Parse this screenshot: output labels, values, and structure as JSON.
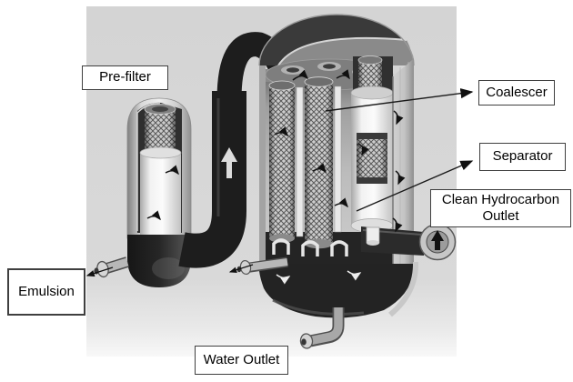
{
  "colors": {
    "page_background": "#ffffff",
    "photo_background": "#d8d8d8",
    "label_background": "#ffffff",
    "label_border": "#3f3f3f",
    "label_text": "#000000"
  },
  "callouts": {
    "prefilter": "Pre-filter",
    "coalescer": "Coalescer",
    "separator": "Separator",
    "clean_hydrocarbon_outlet": "Clean Hydrocarbon Outlet",
    "emulsion": "Emulsion",
    "water_outlet": "Water Outlet"
  }
}
